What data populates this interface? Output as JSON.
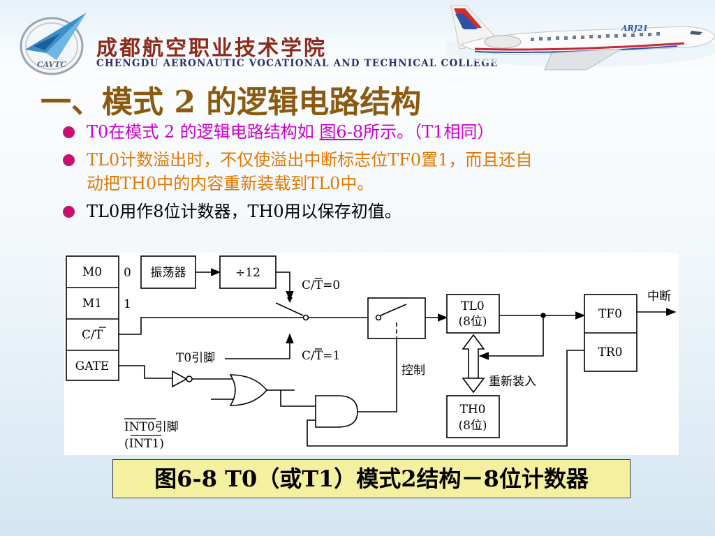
{
  "header": {
    "logo_text": "CAVTC",
    "college_cn": "成都航空职业技术学院",
    "college_en": "CHENGDU AERONAUTIC VOCATIONAL AND TECHNICAL COLLEGE",
    "plane_label": "ARJ21"
  },
  "slide": {
    "title": "一、模式 2 的逻辑电路结构",
    "bullets": [
      {
        "pre": "T0在模式 2 的逻辑电路结构如 ",
        "link": "图6-8",
        "post": "所示。（T1相同）",
        "color": "#cc00cc"
      },
      {
        "line1": "TL0计数溢出时，不仅使溢出中断标志位TF0置1，而且还自",
        "line2": "动把TH0中的内容重新装载到TL0中。",
        "color": "#e07800"
      },
      {
        "text": "TL0用作8位计数器，TH0用以保存初值。",
        "color": "#000000"
      }
    ],
    "bullet_color": "#c8106e",
    "title_color": "#8a5a10"
  },
  "diagram": {
    "tmod_bits": [
      "M0",
      "M1",
      "C/T",
      "GATE"
    ],
    "m0_value": "0",
    "m1_value": "1",
    "oscillator": "振荡器",
    "divider": "÷12",
    "ct0_label": "C/T=0",
    "ct1_label": "C/T=1",
    "t0_pin": "T0引脚",
    "control": "控制",
    "tl0_line1": "TL0",
    "tl0_line2": "(8位)",
    "th0_line1": "TH0",
    "th0_line2": "(8位)",
    "reload": "重新装入",
    "interrupt": "中断",
    "tf0": "TF0",
    "tr0": "TR0",
    "int0_pin": "INT0引脚",
    "int1_pin": "(INT1)"
  },
  "caption": "图6-8  T0（或T1）模式2结构－8位计数器"
}
